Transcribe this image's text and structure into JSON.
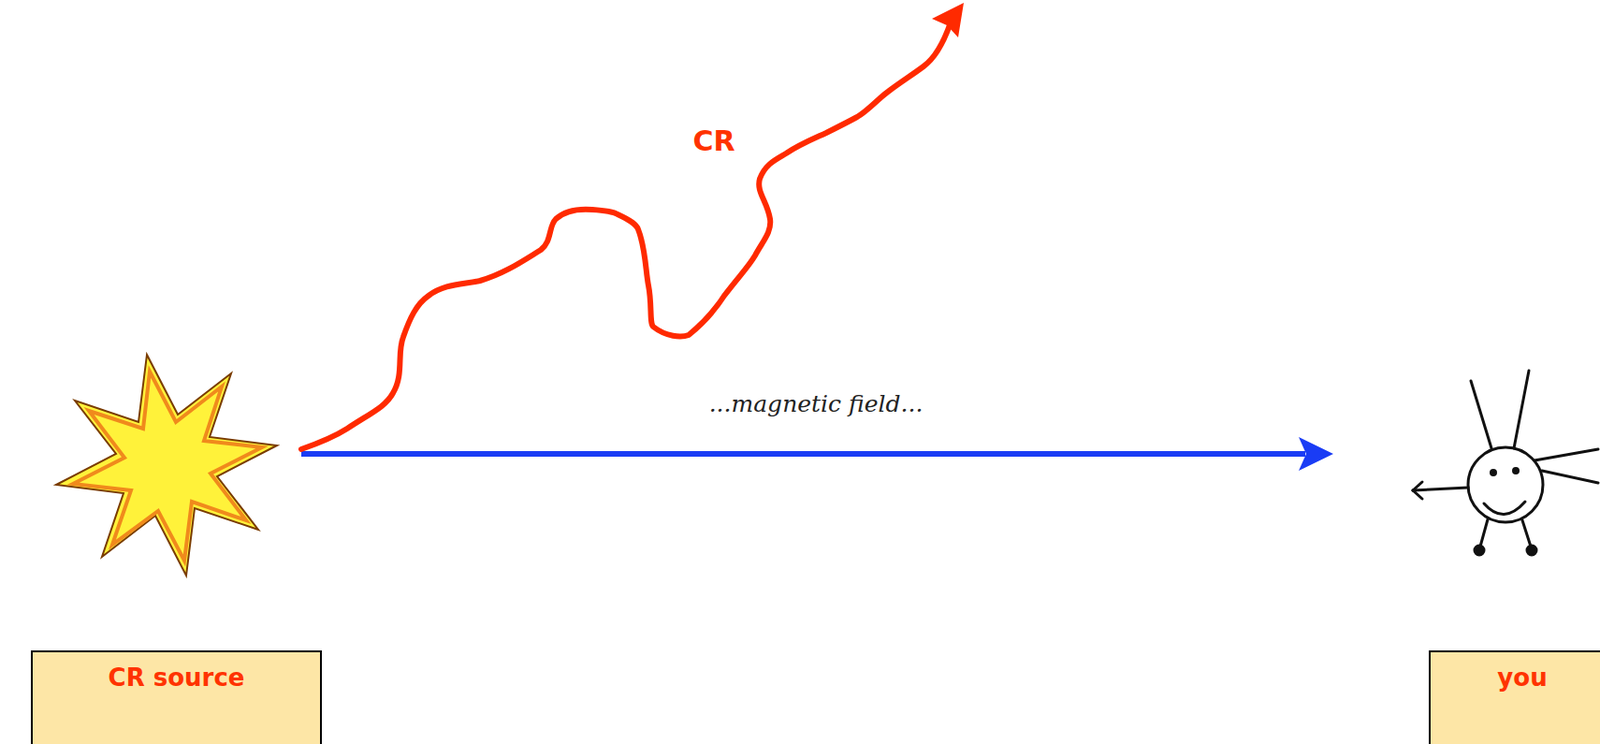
{
  "diagram": {
    "nodes": [
      {
        "text": [
          "CR source"
        ]
      },
      {
        "text": [
          "you"
        ]
      }
    ],
    "labels": [
      "CR",
      "...magnetic field..."
    ]
  }
}
